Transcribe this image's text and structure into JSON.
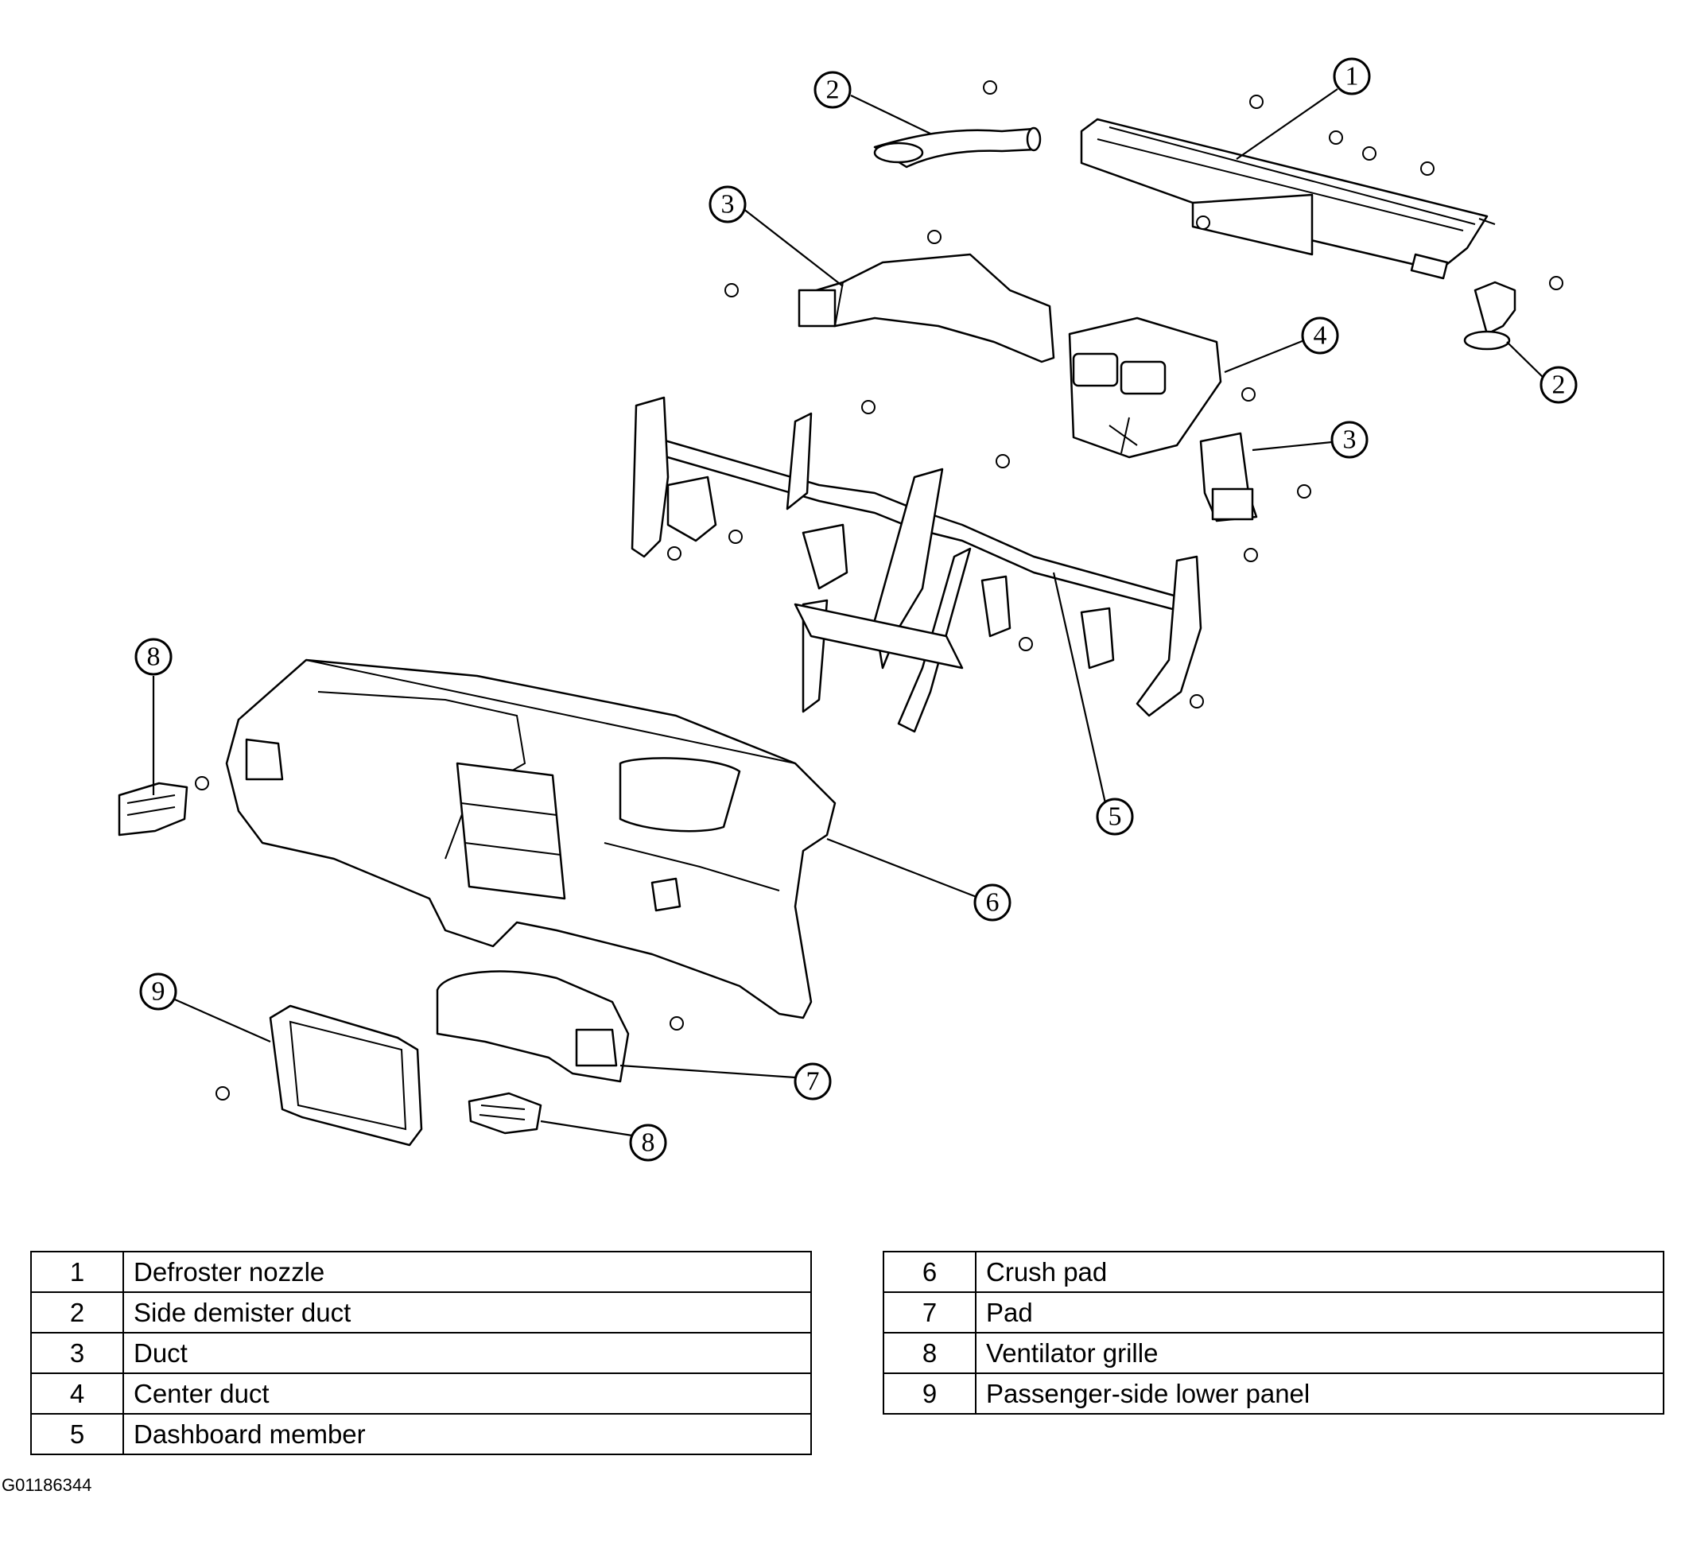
{
  "callouts": [
    "1",
    "2",
    "3",
    "4",
    "5",
    "6",
    "7",
    "8",
    "9"
  ],
  "legend_left": [
    {
      "num": "1",
      "desc": "Defroster nozzle"
    },
    {
      "num": "2",
      "desc": "Side demister duct"
    },
    {
      "num": "3",
      "desc": "Duct"
    },
    {
      "num": "4",
      "desc": "Center duct"
    },
    {
      "num": "5",
      "desc": "Dashboard member"
    }
  ],
  "legend_right": [
    {
      "num": "6",
      "desc": "Crush pad"
    },
    {
      "num": "7",
      "desc": "Pad"
    },
    {
      "num": "8",
      "desc": "Ventilator grille"
    },
    {
      "num": "9",
      "desc": "Passenger-side lower panel"
    }
  ],
  "figure_code": "G01186344"
}
